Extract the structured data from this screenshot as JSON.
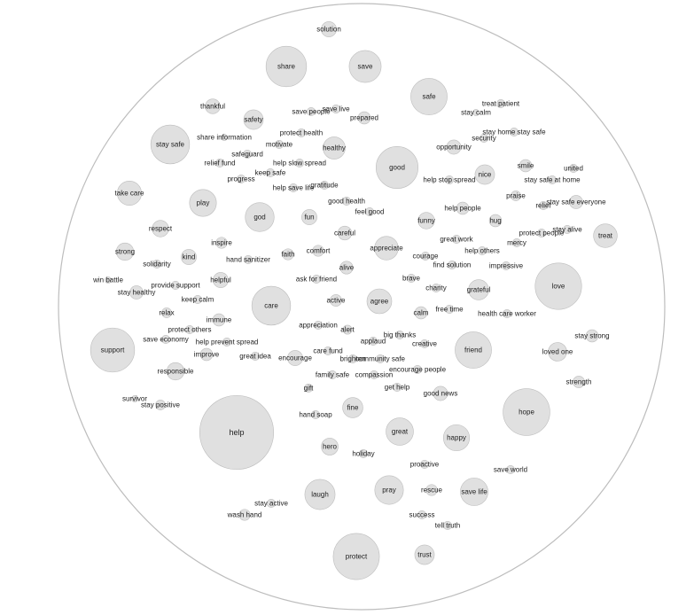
{
  "chart_data": {
    "type": "packed-bubble",
    "colors": {
      "bubble_fill": "#e0e0e0",
      "bubble_stroke": "#bdbdbd",
      "outer_circle": "#bdbdbd",
      "label": "#222222"
    },
    "words": [
      {
        "label": "solution",
        "value": 1.7
      },
      {
        "label": "share",
        "value": 12.0
      },
      {
        "label": "save",
        "value": 7.5
      },
      {
        "label": "safe",
        "value": 9.7
      },
      {
        "label": "thankful",
        "value": 1.6
      },
      {
        "label": "safety",
        "value": 2.8
      },
      {
        "label": "save people",
        "value": 0.5
      },
      {
        "label": "save live",
        "value": 0.5
      },
      {
        "label": "prepared",
        "value": 1.1
      },
      {
        "label": "treat patient",
        "value": 0.5
      },
      {
        "label": "stay calm",
        "value": 0.3
      },
      {
        "label": "stay safe",
        "value": 11.0
      },
      {
        "label": "share information",
        "value": 0.3
      },
      {
        "label": "protect health",
        "value": 0.5
      },
      {
        "label": "healthy",
        "value": 3.6
      },
      {
        "label": "good",
        "value": 12.9
      },
      {
        "label": "stay home stay safe",
        "value": 0.5
      },
      {
        "label": "security",
        "value": 0.5
      },
      {
        "label": "motivate",
        "value": 0.5
      },
      {
        "label": "opportunity",
        "value": 1.5
      },
      {
        "label": "relief fund",
        "value": 0.5
      },
      {
        "label": "safeguard",
        "value": 0.5
      },
      {
        "label": "help slow spread",
        "value": 0.5
      },
      {
        "label": "smile",
        "value": 1.1
      },
      {
        "label": "united",
        "value": 0.5
      },
      {
        "label": "nice",
        "value": 2.8
      },
      {
        "label": "keep safe",
        "value": 0.5
      },
      {
        "label": "progress",
        "value": 0.5
      },
      {
        "label": "help stop spread",
        "value": 0.5
      },
      {
        "label": "stay safe at home",
        "value": 0.5
      },
      {
        "label": "gratitude",
        "value": 0.5
      },
      {
        "label": "help save life",
        "value": 0.5
      },
      {
        "label": "take care",
        "value": 4.3
      },
      {
        "label": "play",
        "value": 5.3
      },
      {
        "label": "god",
        "value": 6.1
      },
      {
        "label": "fun",
        "value": 1.7
      },
      {
        "label": "good health",
        "value": 0.5
      },
      {
        "label": "praise",
        "value": 0.7
      },
      {
        "label": "stay safe everyone",
        "value": 1.3
      },
      {
        "label": "relief",
        "value": 0.5
      },
      {
        "label": "feel good",
        "value": 0.5
      },
      {
        "label": "funny",
        "value": 2.0
      },
      {
        "label": "help people",
        "value": 1.1
      },
      {
        "label": "hug",
        "value": 1.1
      },
      {
        "label": "respect",
        "value": 2.0
      },
      {
        "label": "careful",
        "value": 1.4
      },
      {
        "label": "protect people",
        "value": 0.5
      },
      {
        "label": "stay alive",
        "value": 0.5
      },
      {
        "label": "treat",
        "value": 4.1
      },
      {
        "label": "inspire",
        "value": 0.9
      },
      {
        "label": "appreciate",
        "value": 4.1
      },
      {
        "label": "great work",
        "value": 0.5
      },
      {
        "label": "mercy",
        "value": 0.5
      },
      {
        "label": "strong",
        "value": 2.2
      },
      {
        "label": "kind",
        "value": 1.7
      },
      {
        "label": "hand sanitizer",
        "value": 0.5
      },
      {
        "label": "faith",
        "value": 0.9
      },
      {
        "label": "comfort",
        "value": 0.9
      },
      {
        "label": "courage",
        "value": 0.5
      },
      {
        "label": "help others",
        "value": 0.5
      },
      {
        "label": "solidarity",
        "value": 0.5
      },
      {
        "label": "find solution",
        "value": 0.5
      },
      {
        "label": "impressive",
        "value": 0.5
      },
      {
        "label": "love",
        "value": 15.8
      },
      {
        "label": "alive",
        "value": 1.2
      },
      {
        "label": "helpful",
        "value": 1.7
      },
      {
        "label": "win battle",
        "value": 0.3
      },
      {
        "label": "ask for friend",
        "value": 0.5
      },
      {
        "label": "brave",
        "value": 0.5
      },
      {
        "label": "provide support",
        "value": 0.5
      },
      {
        "label": "stay healthy",
        "value": 1.3
      },
      {
        "label": "charity",
        "value": 0.5
      },
      {
        "label": "grateful",
        "value": 3.0
      },
      {
        "label": "keep calm",
        "value": 0.5
      },
      {
        "label": "care",
        "value": 11.0
      },
      {
        "label": "active",
        "value": 1.0
      },
      {
        "label": "agree",
        "value": 4.5
      },
      {
        "label": "free time",
        "value": 0.5
      },
      {
        "label": "relax",
        "value": 0.7
      },
      {
        "label": "calm",
        "value": 1.1
      },
      {
        "label": "health care worker",
        "value": 0.5
      },
      {
        "label": "protect others",
        "value": 0.5
      },
      {
        "label": "immune",
        "value": 1.1
      },
      {
        "label": "appreciation",
        "value": 0.5
      },
      {
        "label": "alert",
        "value": 0.6
      },
      {
        "label": "big thanks",
        "value": 0.5
      },
      {
        "label": "support",
        "value": 14.2
      },
      {
        "label": "save economy",
        "value": 0.5
      },
      {
        "label": "applaud",
        "value": 0.5
      },
      {
        "label": "creative",
        "value": 0.5
      },
      {
        "label": "stay strong",
        "value": 1.1
      },
      {
        "label": "help prevent spread",
        "value": 0.5
      },
      {
        "label": "friend",
        "value": 9.7
      },
      {
        "label": "improve",
        "value": 1.1
      },
      {
        "label": "great idea",
        "value": 0.5
      },
      {
        "label": "encourage",
        "value": 1.7
      },
      {
        "label": "care fund",
        "value": 0.5
      },
      {
        "label": "loved one",
        "value": 2.5
      },
      {
        "label": "brighten",
        "value": 0.5
      },
      {
        "label": "community safe",
        "value": 0.5
      },
      {
        "label": "responsible",
        "value": 2.2
      },
      {
        "label": "family safe",
        "value": 0.5
      },
      {
        "label": "compassion",
        "value": 0.5
      },
      {
        "label": "encourage people",
        "value": 0.5
      },
      {
        "label": "strength",
        "value": 1.0
      },
      {
        "label": "gift",
        "value": 0.5
      },
      {
        "label": "get help",
        "value": 0.5
      },
      {
        "label": "good news",
        "value": 1.5
      },
      {
        "label": "survivor",
        "value": 0.3
      },
      {
        "label": "stay positive",
        "value": 0.7
      },
      {
        "label": "hope",
        "value": 16.0
      },
      {
        "label": "help",
        "value": 40.0
      },
      {
        "label": "fine",
        "value": 3.0
      },
      {
        "label": "hand soap",
        "value": 0.5
      },
      {
        "label": "great",
        "value": 5.5
      },
      {
        "label": "happy",
        "value": 5.0
      },
      {
        "label": "hero",
        "value": 2.1
      },
      {
        "label": "holiday",
        "value": 0.5
      },
      {
        "label": "proactive",
        "value": 0.5
      },
      {
        "label": "save world",
        "value": 0.5
      },
      {
        "label": "laugh",
        "value": 6.7
      },
      {
        "label": "pray",
        "value": 6.0
      },
      {
        "label": "rescue",
        "value": 0.9
      },
      {
        "label": "save life",
        "value": 5.6
      },
      {
        "label": "stay active",
        "value": 0.5
      },
      {
        "label": "wash hand",
        "value": 0.9
      },
      {
        "label": "success",
        "value": 0.5
      },
      {
        "label": "tell truth",
        "value": 0.5
      },
      {
        "label": "protect",
        "value": 15.6
      },
      {
        "label": "trust",
        "value": 2.8
      }
    ]
  }
}
